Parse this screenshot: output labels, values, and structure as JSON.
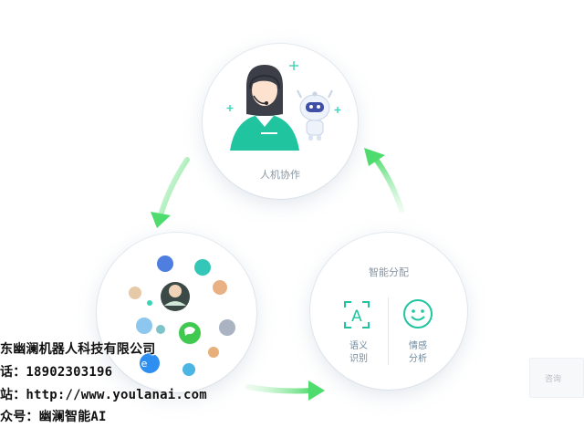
{
  "diagram": {
    "top_node": {
      "label": "人机协作"
    },
    "right_node": {
      "title": "智能分配",
      "features": [
        {
          "label_line1": "语义",
          "label_line2": "识别",
          "icon": "text-recognition-icon"
        },
        {
          "label_line1": "情感",
          "label_line2": "分析",
          "icon": "smiley-icon"
        }
      ]
    },
    "left_node": {
      "channels": [
        "chat-bubble-icon",
        "wechat-icon",
        "browser-icon",
        "doc-icon",
        "email-icon",
        "user-avatar-icon"
      ]
    },
    "colors": {
      "accent_green": "#1ccb8f",
      "arrow_green": "#5ee07c",
      "teal": "#20c5a0"
    }
  },
  "overlay_text": {
    "company": "东幽澜机器人科技有限公司",
    "phone": "话：18902303196",
    "site": "站：http://www.youlanai.com",
    "wechat": "众号：幽澜智能AI"
  },
  "corner_button": {
    "label": "咨询"
  }
}
